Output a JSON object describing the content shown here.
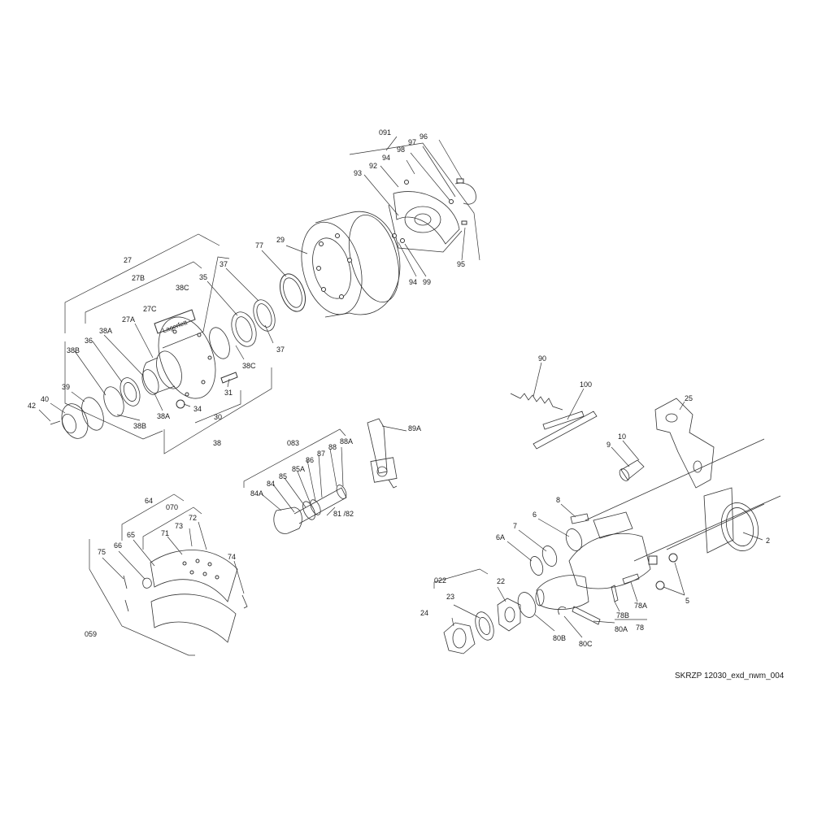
{
  "diagram": {
    "labels": {
      "l091": "091",
      "l96": "96",
      "l97": "97",
      "l98": "98",
      "l94a": "94",
      "l92": "92",
      "l93": "93",
      "l95": "95",
      "l94b": "94",
      "l99": "99",
      "l29": "29",
      "l77": "77",
      "l37a": "37",
      "l37b": "37",
      "l35": "35",
      "l38C_a": "38C",
      "l38C_b": "38C",
      "l27": "27",
      "l27B": "27B",
      "l27C": "27C",
      "lager": "Lagerfett",
      "l27A": "27A",
      "l38A_a": "38A",
      "l38A_b": "38A",
      "l36": "36",
      "l38B_a": "38B",
      "l38B_b": "38B",
      "l39": "39",
      "l40": "40",
      "l42": "42",
      "l34": "34",
      "l31": "31",
      "l30": "30",
      "l38": "38",
      "l90": "90",
      "l100": "100",
      "l25": "25",
      "l10": "10",
      "l9": "9",
      "l2": "2",
      "l5": "5",
      "l083": "083",
      "l88A": "88A",
      "l88": "88",
      "l87": "87",
      "l86": "86",
      "l85A": "85A",
      "l85": "85",
      "l84": "84",
      "l84A": "84A",
      "l81_82": "81 /82",
      "l89A": "89A",
      "l8": "8",
      "l6": "6",
      "l7": "7",
      "l6A": "6A",
      "l022": "022",
      "l22": "22",
      "l23": "23",
      "l24": "24",
      "l80B": "80B",
      "l80C": "80C",
      "l80A": "80A",
      "l78A": "78A",
      "l78B": "78B",
      "l78": "78",
      "l64": "64",
      "l070": "070",
      "l72": "72",
      "l73": "73",
      "l71": "71",
      "l65": "65",
      "l66": "66",
      "l75": "75",
      "l74": "74",
      "l059": "059"
    },
    "footer": "SKRZP 12030_exd_nwm_004"
  }
}
